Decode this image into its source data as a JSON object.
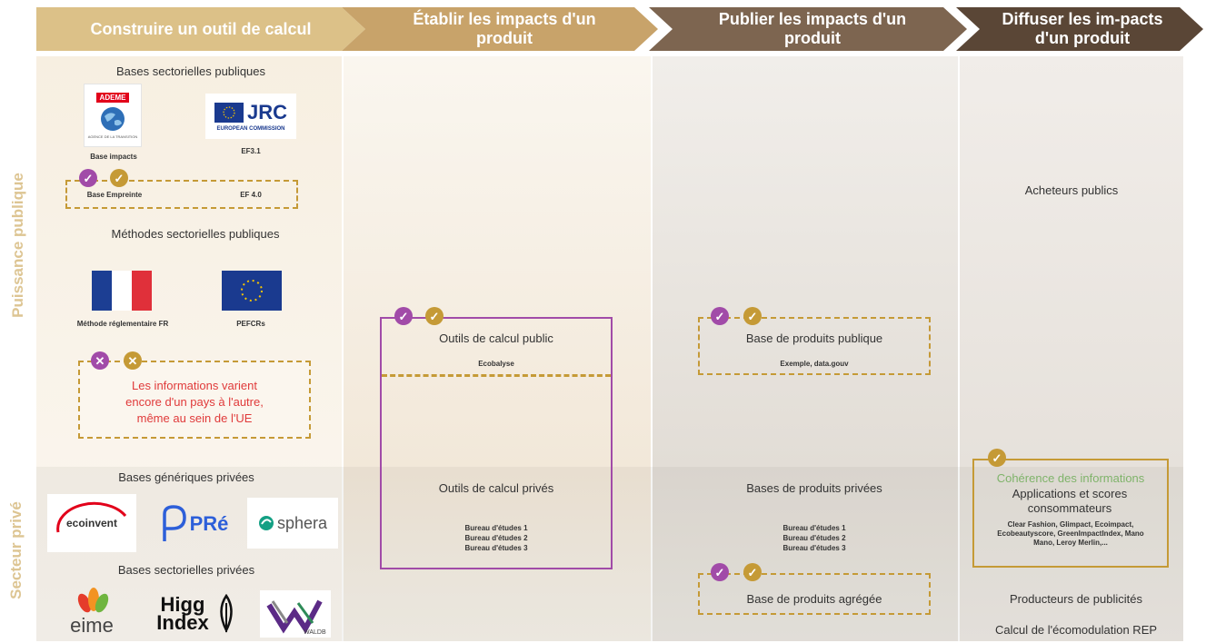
{
  "headers": [
    "Construire un outil de calcul",
    "Établir les impacts d'un produit",
    "Publier les impacts d'un produit",
    "Diffuser les im-pacts d'un produit"
  ],
  "rows": {
    "public": "Puissance publique",
    "private": "Secteur privé"
  },
  "col1": {
    "public_bases_title": "Bases sectorielles publiques",
    "ademe_logo_text": "ADEME",
    "ademe_caption": "Base impacts",
    "jrc_logo_text": "JRC",
    "jrc_sub": "EUROPEAN COMMISSION",
    "jrc_caption": "EF3.1",
    "base_empreinte": "Base Empreinte",
    "ef40": "EF 4.0",
    "public_methods_title": "Méthodes sectorielles publiques",
    "fr_caption": "Méthode réglementaire FR",
    "eu_caption": "PEFCRs",
    "warning_text": "Les informations varient encore d'un pays à l'autre, même au sein de l'UE",
    "private_generic_title": "Bases génériques privées",
    "ecoinvent": "ecoinvent",
    "pre": "PRé",
    "sphera": "sphera",
    "private_sector_title": "Bases sectorielles privées",
    "eime": "eime",
    "higg": "Higg Index",
    "waldb": "WALDB"
  },
  "col2": {
    "public_tools": "Outils de calcul public",
    "ecobalyse": "Ecobalyse",
    "private_tools": "Outils de calcul privés",
    "bureaus": [
      "Bureau d'études 1",
      "Bureau d'études 2",
      "Bureau d'études 3"
    ]
  },
  "col3": {
    "public_db": "Base de produits publique",
    "public_db_example": "Exemple, data.gouv",
    "private_db": "Bases de produits privées",
    "bureaus": [
      "Bureau d'études 1",
      "Bureau d'études 2",
      "Bureau d'études 3"
    ],
    "aggregated_db": "Base de produits agrégée"
  },
  "col4": {
    "public_buyers": "Acheteurs publics",
    "coherence": "Cohérence des informations",
    "apps_title": "Applications et scores consommateurs",
    "apps_list": "Clear Fashion, Glimpact, Ecoimpact, Ecobeautyscore, GreenImpactIndex, Mano Mano, Leroy Merlin,...",
    "ad_producers": "Producteurs de publicités",
    "ecomodulation": "Calcul de l'écomodulation REP"
  },
  "icons": {
    "check": "✓",
    "cross": "✕"
  },
  "colors": {
    "purple": "#a14ba8",
    "gold": "#c59a36",
    "warning_red": "#e03a3a",
    "green": "#7fb36a"
  }
}
